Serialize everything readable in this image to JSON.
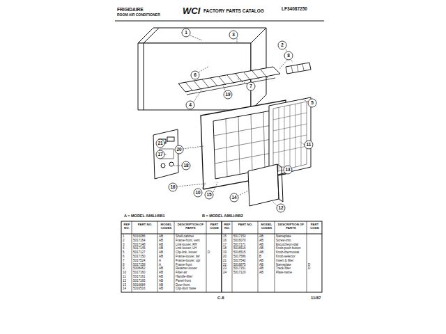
{
  "diagram": {
    "labels": [
      "FRIGIDAIRE",
      "ROOM AIR CONDITIONER",
      "WCI",
      "FACTORY PARTS CATALOG",
      "LF34087250",
      "1",
      "2",
      "3",
      "4",
      "5",
      "6",
      "7",
      "8",
      "10",
      "11",
      "12",
      "13",
      "14",
      "15",
      "16",
      "17",
      "18",
      "19",
      "20",
      "21",
      "A = MODEL A86LH5B1",
      "B = MODEL A86LH5B2",
      "REF NO.",
      "PART NO.",
      "MODEL CODES",
      "DESCRIPTION OF PARTS",
      "PART CODE",
      "REF NO.",
      "PART NO.",
      "MODEL CODES",
      "DESCRIPTION OF PARTS",
      "PART CODE",
      "1",
      "5016086",
      "AB",
      "Shell-cabinet",
      "2",
      "5017164",
      "AB",
      "Frame-front, vent",
      "3",
      "5017148",
      "AB",
      "Link-louver, RH",
      "4",
      "5017145",
      "AB",
      "Link-louver, LH",
      "5",
      "5017127",
      "AB",
      "Clip-link, louver",
      "D",
      "6",
      "5017150",
      "AB",
      "Frame-louver, lwr",
      "7",
      "5017524",
      "A",
      "Frame-louver, upr",
      "8",
      "5017158",
      "A",
      "Frame-front",
      "9",
      "5008462",
      "AB",
      "Retainer-louver",
      "10",
      "5017160",
      "AB",
      "Filter-air",
      "11",
      "5017161",
      "AB",
      "Handle-filter",
      "12",
      "5017165",
      "AB",
      "Panel-front",
      "13",
      "5016684",
      "AB",
      "Door-front",
      "14",
      "5016516",
      "AB",
      "Clip-door base",
      "15",
      "5017150",
      "AB",
      "Nameplate",
      "16",
      "5016070",
      "AB",
      "Screw-trim",
      "17",
      "5017171",
      "AB",
      "Escutcheon-dial",
      "18",
      "5016516",
      "AB",
      "Knob-push button",
      "19",
      "5016515",
      "AB",
      "Knob-thermostat",
      "20",
      "5017586",
      "B",
      "Knob-selector",
      "21",
      "5017542",
      "AB",
      "Insert & filter",
      "22",
      "5016875",
      "AB",
      "Nameplate",
      "D",
      "23",
      "5017151",
      "AB",
      "Track-filter",
      "D",
      "24",
      "5017120",
      "AB",
      "Plate-name",
      "C-8",
      "11/87"
    ]
  }
}
